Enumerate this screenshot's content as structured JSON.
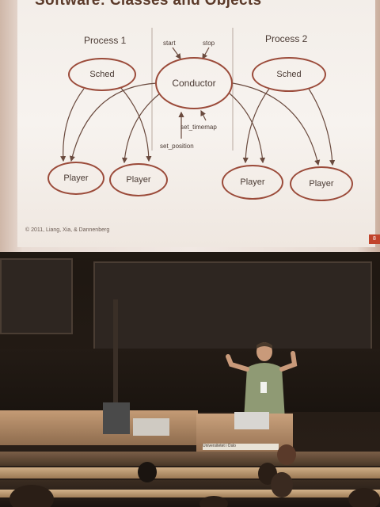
{
  "slide": {
    "title": "Software: Classes and Objects",
    "process1_label": "Process 1",
    "process2_label": "Process 2",
    "nodes": {
      "sched1": "Sched",
      "conductor": "Conductor",
      "sched2": "Sched",
      "player1": "Player",
      "player2": "Player",
      "player3": "Player",
      "player4": "Player"
    },
    "labels": {
      "start": "start",
      "stop": "stop",
      "set_timemap": "set_timemap",
      "set_position": "set_position"
    },
    "copyright": "© 2011, Liang, Xia, & Dannenberg",
    "slide_number": "8"
  },
  "podium_sign": "Universitetet i Oslo"
}
